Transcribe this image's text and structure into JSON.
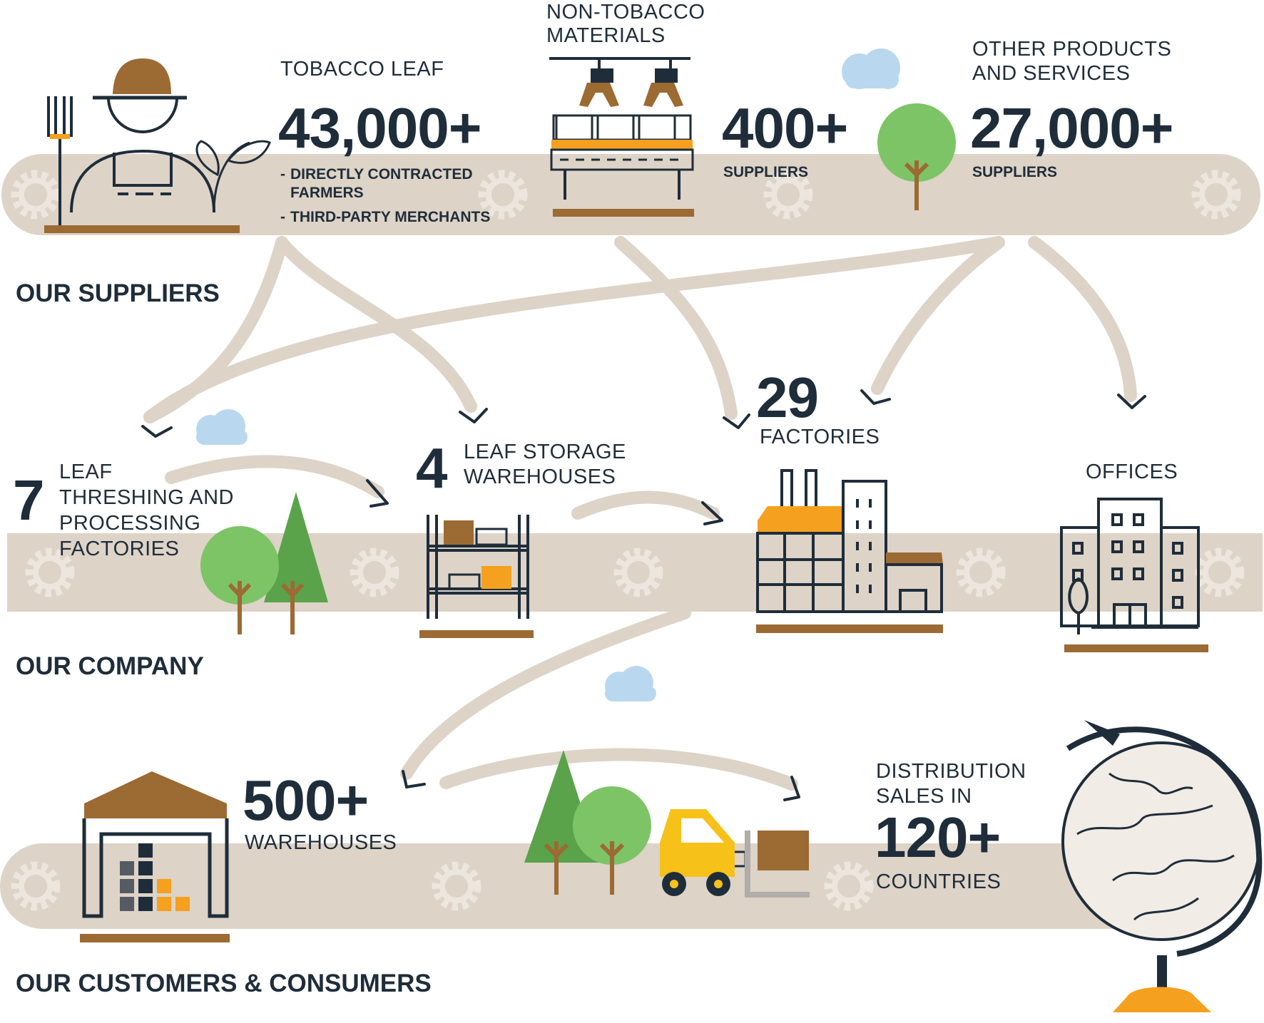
{
  "colors": {
    "belt": "#ddd3c7",
    "gear": "#ece6de",
    "navy": "#1f2d3a",
    "brown": "#9c6a33",
    "orange": "#f5a01f",
    "tree_light": "#7dc467",
    "tree_dark": "#5aa34a",
    "cloud": "#b9d8f0",
    "yellow": "#f6c21a"
  },
  "sections": {
    "suppliers": "OUR SUPPLIERS",
    "company": "OUR COMPANY",
    "customers": "OUR CUSTOMERS & CONSUMERS"
  },
  "suppliers": {
    "tobacco_leaf": {
      "label": "TOBACCO LEAF",
      "number": "43,000+",
      "items": [
        "DIRECTLY CONTRACTED",
        "FARMERS",
        "THIRD-PARTY MERCHANTS"
      ]
    },
    "non_tobacco": {
      "label_line1": "NON-TOBACCO",
      "label_line2": "MATERIALS",
      "number": "400+",
      "sub": "SUPPLIERS"
    },
    "other": {
      "label_line1": "OTHER PRODUCTS",
      "label_line2": "AND SERVICES",
      "number": "27,000+",
      "sub": "SUPPLIERS"
    }
  },
  "company": {
    "threshing": {
      "number": "7",
      "lines": [
        "LEAF",
        "THRESHING AND",
        "PROCESSING",
        "FACTORIES"
      ]
    },
    "storage": {
      "number": "4",
      "line1": "LEAF STORAGE",
      "line2": "WAREHOUSES"
    },
    "factories": {
      "number": "29",
      "sub": "FACTORIES"
    },
    "offices": {
      "label": "OFFICES"
    }
  },
  "customers": {
    "warehouses": {
      "number": "500+",
      "sub": "WAREHOUSES"
    },
    "distribution": {
      "line1": "DISTRIBUTION",
      "line2": "SALES IN",
      "number": "120+",
      "sub": "COUNTRIES"
    }
  },
  "icons": {
    "farmer": "farmer-icon",
    "pitchfork": "pitchfork-icon",
    "machine": "conveyor-machine-icon",
    "factory": "factory-icon",
    "offices": "office-building-icon",
    "shelf": "storage-shelf-icon",
    "warehouse": "warehouse-icon",
    "forklift": "forklift-icon",
    "globe": "globe-icon",
    "tree": "tree-icon",
    "cloud": "cloud-icon",
    "gear": "gear-icon"
  }
}
